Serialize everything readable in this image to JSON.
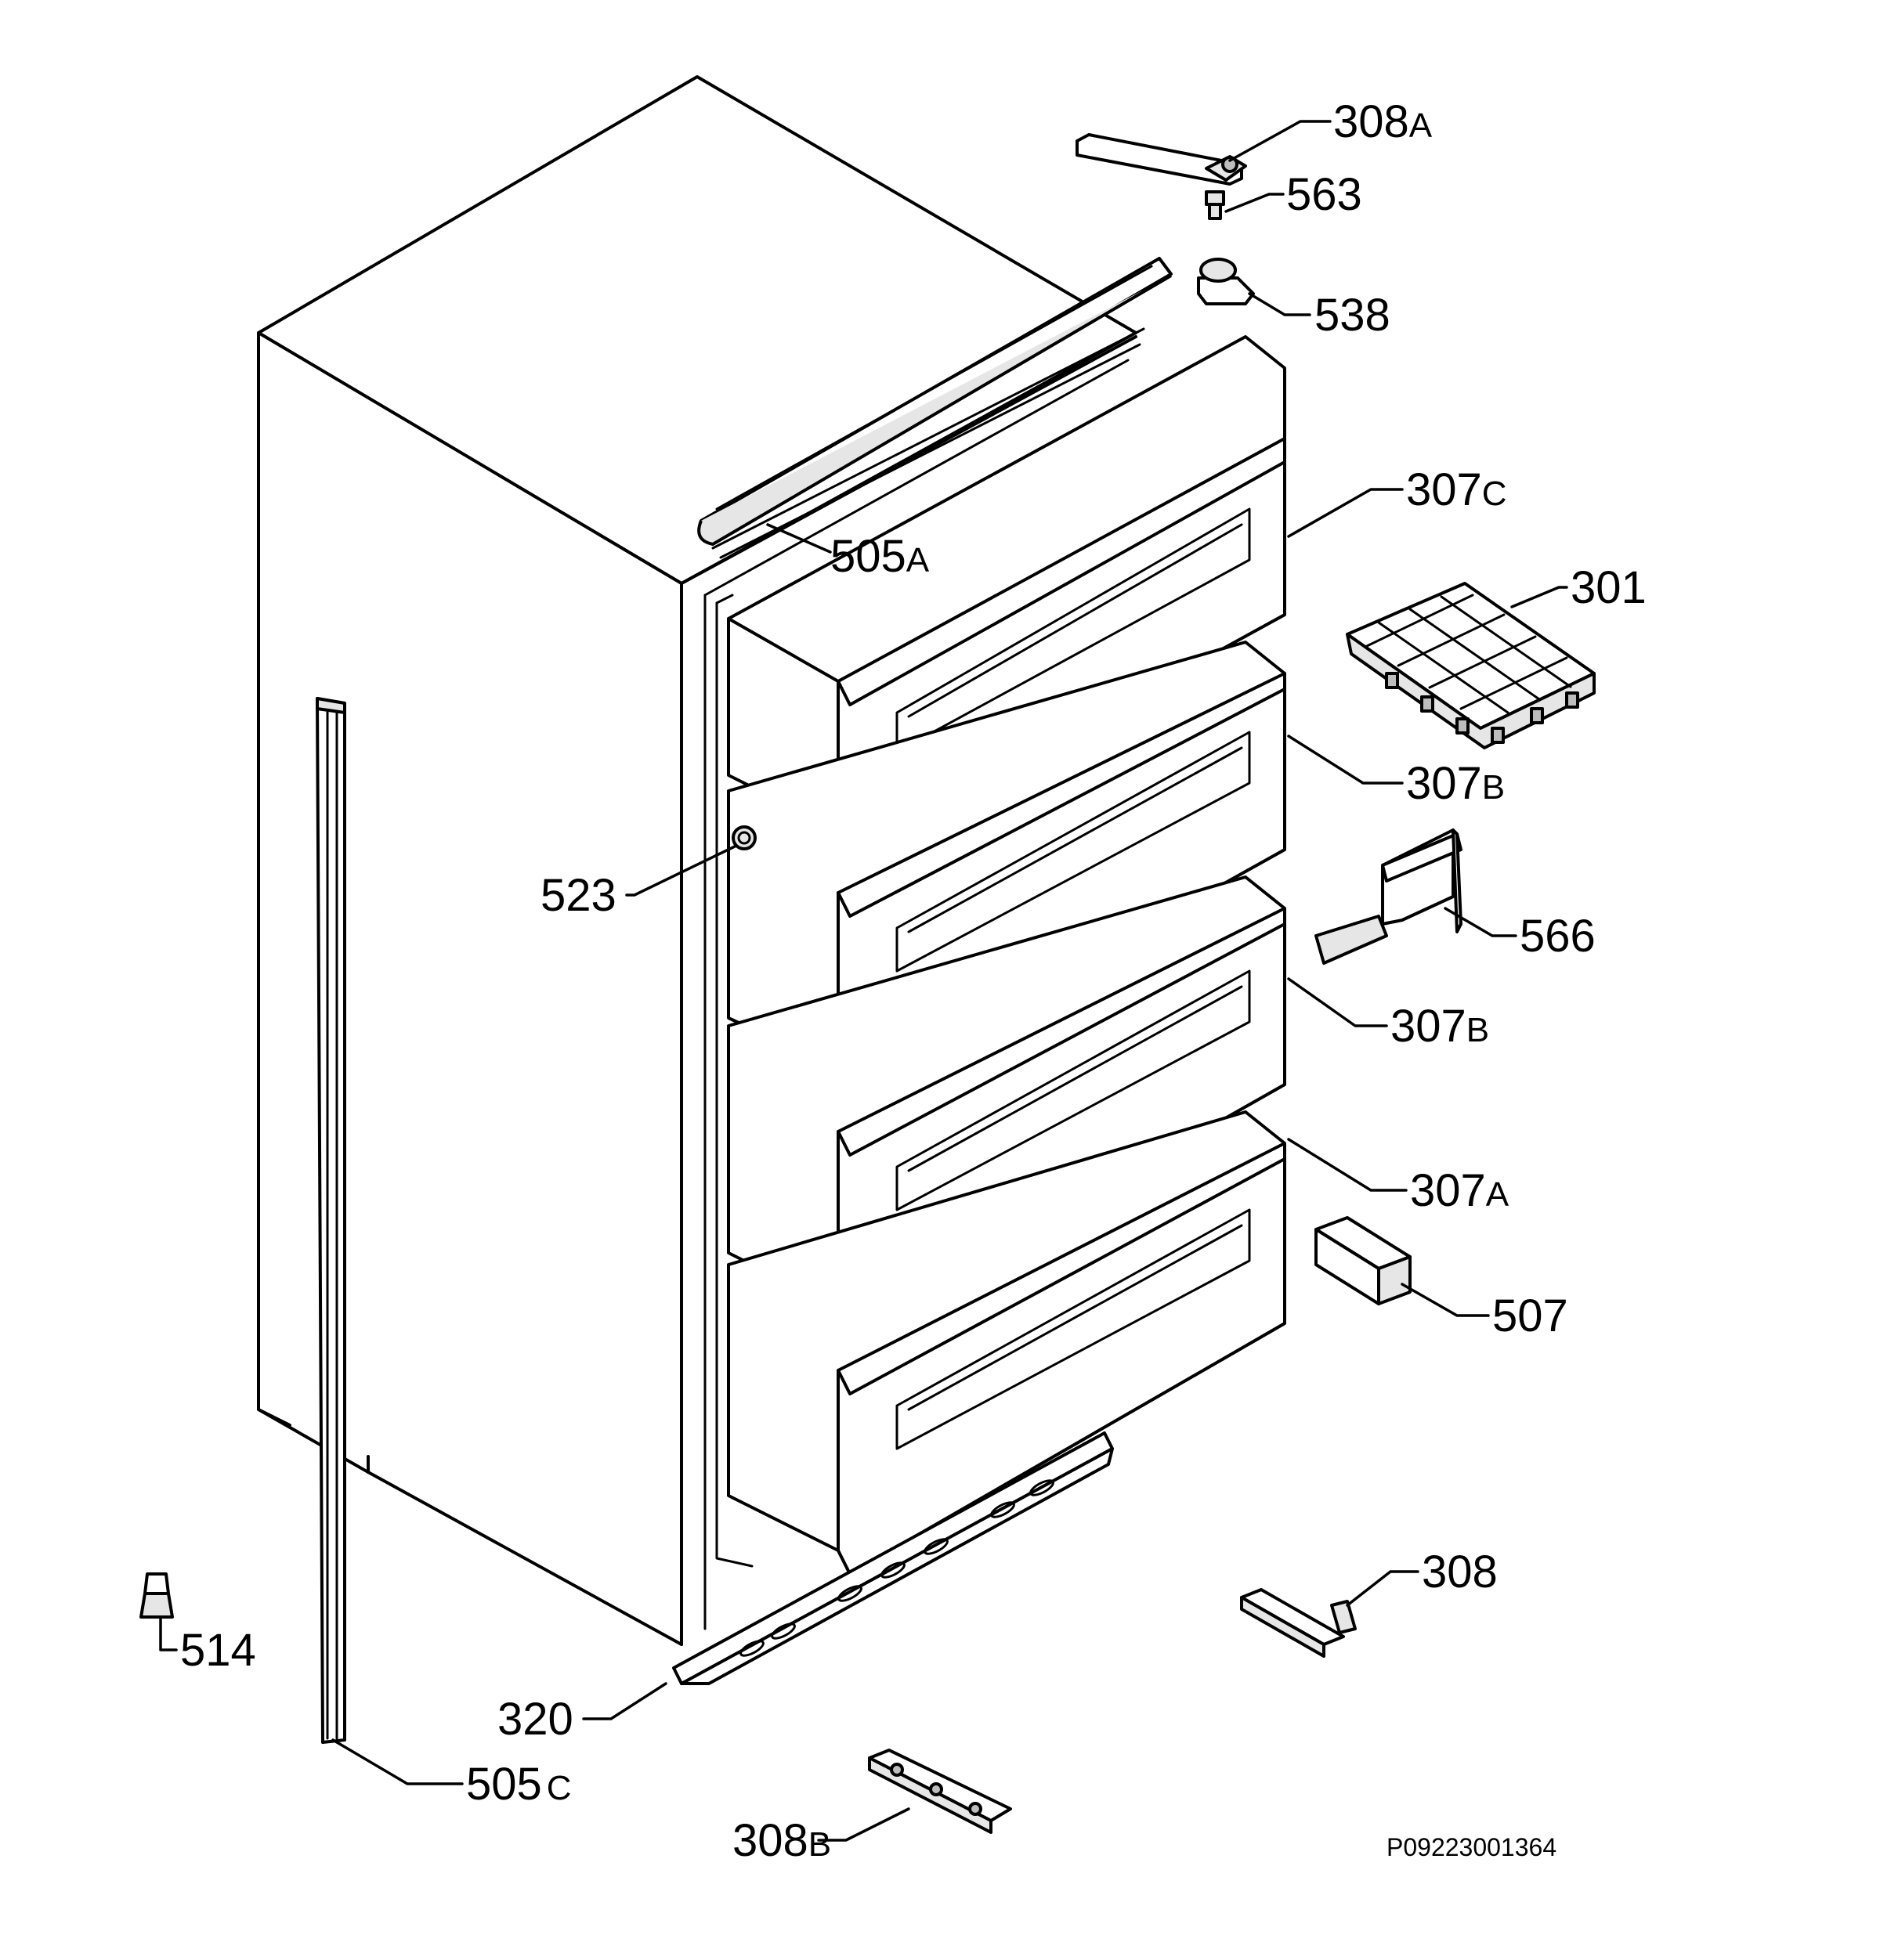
{
  "callouts": [
    {
      "id": "308a",
      "num": "308",
      "suffix": "A"
    },
    {
      "id": "563",
      "num": "563",
      "suffix": ""
    },
    {
      "id": "538",
      "num": "538",
      "suffix": ""
    },
    {
      "id": "307c",
      "num": "307",
      "suffix": "C"
    },
    {
      "id": "505a",
      "num": "505",
      "suffix": "A"
    },
    {
      "id": "301",
      "num": "301",
      "suffix": ""
    },
    {
      "id": "307b-1",
      "num": "307",
      "suffix": "B"
    },
    {
      "id": "523",
      "num": "523",
      "suffix": ""
    },
    {
      "id": "566",
      "num": "566",
      "suffix": ""
    },
    {
      "id": "307b-2",
      "num": "307",
      "suffix": "B"
    },
    {
      "id": "307a",
      "num": "307",
      "suffix": "A"
    },
    {
      "id": "507",
      "num": "507",
      "suffix": ""
    },
    {
      "id": "308",
      "num": "308",
      "suffix": ""
    },
    {
      "id": "514",
      "num": "514",
      "suffix": ""
    },
    {
      "id": "320",
      "num": "320",
      "suffix": ""
    },
    {
      "id": "505c",
      "num": "505",
      "suffix": "C"
    },
    {
      "id": "308b",
      "num": "308",
      "suffix": "B"
    }
  ],
  "drawing_code": "P09223001364"
}
